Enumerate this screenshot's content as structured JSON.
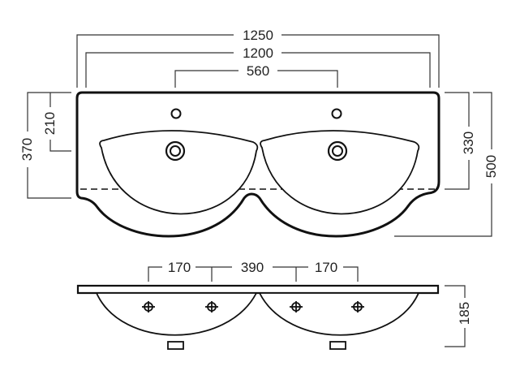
{
  "colors": {
    "line": "#111111",
    "dim_line": "#333333",
    "background": "#ffffff"
  },
  "top_view": {
    "dims": {
      "overall_width": "1250",
      "basin_width": "1200",
      "tap_hole_spacing": "560",
      "left_depth": "370",
      "tap_hole_depth": "210",
      "right_depth": "330",
      "overall_depth": "500"
    }
  },
  "side_view": {
    "dims": {
      "left_offset": "170",
      "center_spacing": "390",
      "right_offset": "170",
      "height": "185"
    }
  }
}
